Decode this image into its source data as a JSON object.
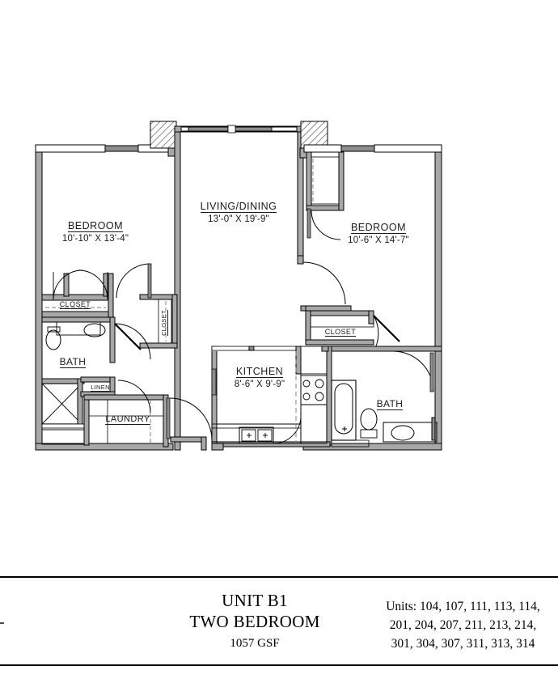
{
  "document": {
    "type": "floor-plan",
    "sheet_bg": "#ffffff",
    "line_color": "#000000",
    "wall_fill": "#a8a8a8",
    "wall_outline": "#000000"
  },
  "plan": {
    "rooms": [
      {
        "key": "bedroom_left",
        "name": "BEDROOM",
        "dimensions": "10'-10\" X 13'-4\""
      },
      {
        "key": "living_dining",
        "name": "LIVING/DINING",
        "dimensions": "13'-0\" X 19'-9\""
      },
      {
        "key": "bedroom_right",
        "name": "BEDROOM",
        "dimensions": "10'-6\" X 14'-7\""
      },
      {
        "key": "kitchen",
        "name": "KITCHEN",
        "dimensions": "8'-6\" X 9'-9\""
      },
      {
        "key": "bath_left",
        "name": "BATH",
        "dimensions": ""
      },
      {
        "key": "bath_right",
        "name": "BATH",
        "dimensions": ""
      },
      {
        "key": "closet_left",
        "name": "CLOSET",
        "dimensions": ""
      },
      {
        "key": "closet_mid",
        "name": "CLOSET",
        "dimensions": ""
      },
      {
        "key": "closet_right",
        "name": "CLOSET",
        "dimensions": ""
      },
      {
        "key": "linen",
        "name": "LINEN",
        "dimensions": ""
      },
      {
        "key": "laundry",
        "name": "LAUNDRY",
        "dimensions": ""
      }
    ],
    "labels": {
      "bedroom_left_name": "BEDROOM",
      "bedroom_left_dim": "10'-10\" X 13'-4\"",
      "living_name": "LIVING/DINING",
      "living_dim": "13'-0\" X 19'-9\"",
      "bedroom_right_name": "BEDROOM",
      "bedroom_right_dim": "10'-6\" X 14'-7\"",
      "kitchen_name": "KITCHEN",
      "kitchen_dim": "8'-6\" X 9'-9\"",
      "bath_left_name": "BATH",
      "bath_right_name": "BATH",
      "closet_left_name": "CLOSET",
      "closet_mid_name": "CLOSET",
      "closet_right_name": "CLOSET",
      "linen_name": "LINEN",
      "laundry_name": "LAUNDRY"
    }
  },
  "titleblock": {
    "unit": "UNIT B1",
    "type": "TWO BEDROOM",
    "area": "1057 GSF",
    "units_line_1": "Units: 104, 107, 111, 113, 114,",
    "units_line_2": "201, 204, 207, 211, 213, 214,",
    "units_line_3": "301, 304, 307, 311, 313, 314"
  }
}
